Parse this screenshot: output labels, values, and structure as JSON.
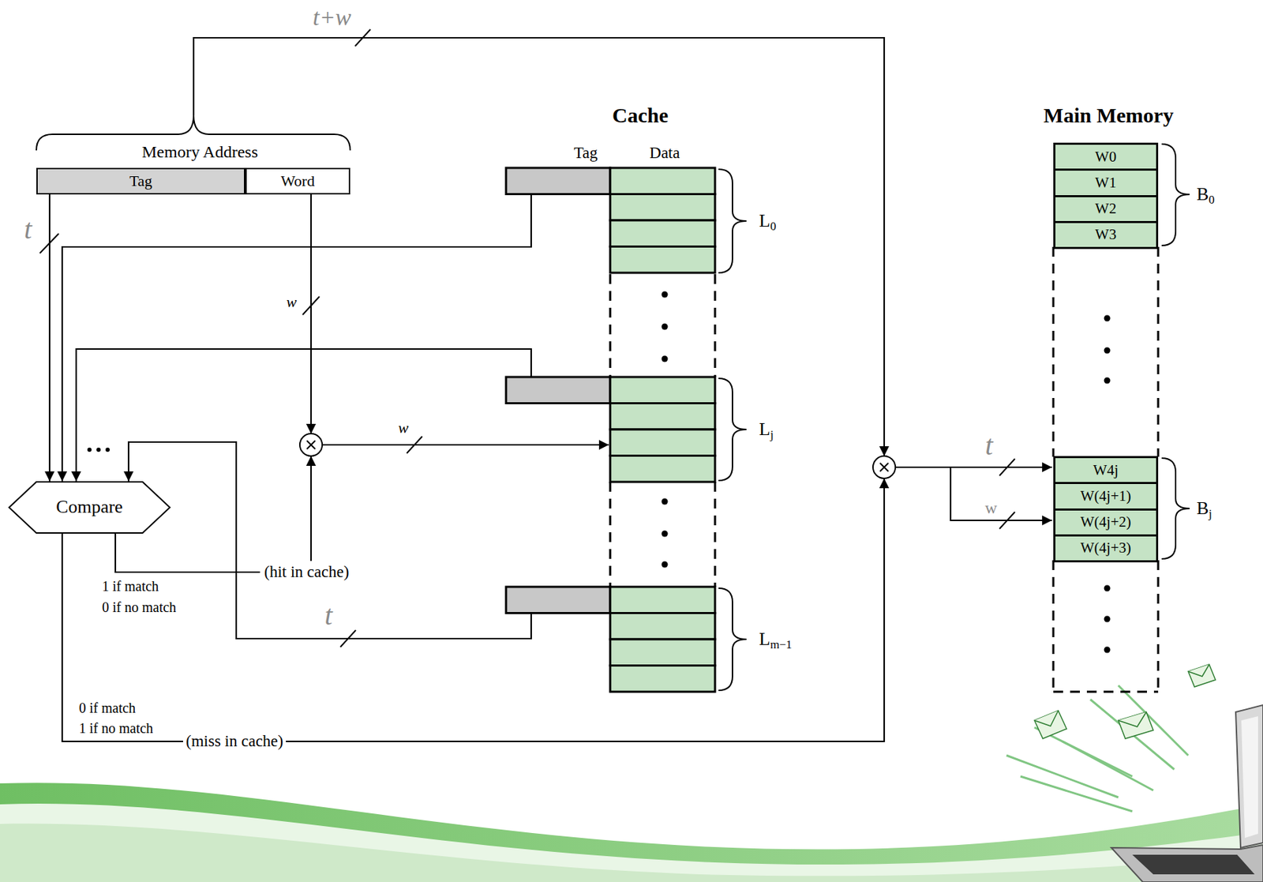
{
  "diagram": {
    "nodes": [
      {
        "text": [
          "Tag"
        ]
      },
      {
        "text": [
          "Word"
        ]
      },
      {
        "text": [
          "Compare"
        ]
      },
      {
        "text": [
          "W0"
        ]
      },
      {
        "text": [
          "W1"
        ]
      },
      {
        "text": [
          "W2"
        ]
      },
      {
        "text": [
          "W3"
        ]
      },
      {
        "text": [
          "W4j"
        ]
      },
      {
        "text": [
          "W(4j+1)"
        ]
      },
      {
        "text": [
          "W(4j+2)"
        ]
      },
      {
        "text": [
          "W(4j+3)"
        ]
      }
    ],
    "edges": [
      {
        "from": 0,
        "to": 2,
        "arrow": "to"
      }
    ],
    "labels": [
      "t+w",
      "Memory Address",
      "t",
      "w",
      "1 if match",
      "0 if no match",
      "(hit in cache)",
      "t",
      "0 if match",
      "1 if no match",
      "(miss in cache)",
      "Cache",
      "Tag",
      "Data",
      "L0",
      "Lj",
      "Lm−1",
      "w",
      "Main Memory",
      "B0",
      "Bj",
      "t",
      "w"
    ]
  }
}
